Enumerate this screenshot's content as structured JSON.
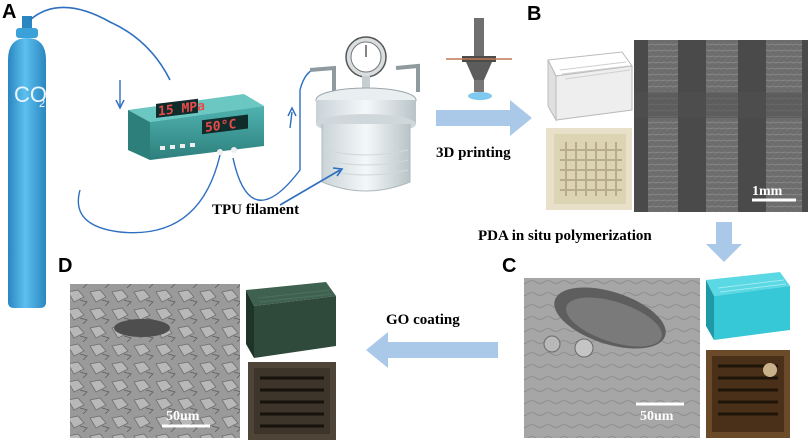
{
  "panels": {
    "a": "A",
    "b": "B",
    "c": "C",
    "d": "D"
  },
  "gas_cylinder": {
    "label": "CO",
    "subscript": "2"
  },
  "controller": {
    "pressure": "15 MPa",
    "temperature": "50°C"
  },
  "labels": {
    "tpu_filament": "TPU filament",
    "printing": "3D  printing",
    "pda": "PDA in situ polymerization",
    "go_coating": "GO coating"
  },
  "scale_bars": {
    "b": "1mm",
    "c": "50um",
    "d": "50um"
  },
  "colors": {
    "cylinder": "#3aa2d8",
    "arrow": "#aac8e8",
    "scaffold_b": "#f2f2f2",
    "scaffold_c": "#36c8d6",
    "scaffold_d": "#2f4a3a"
  }
}
